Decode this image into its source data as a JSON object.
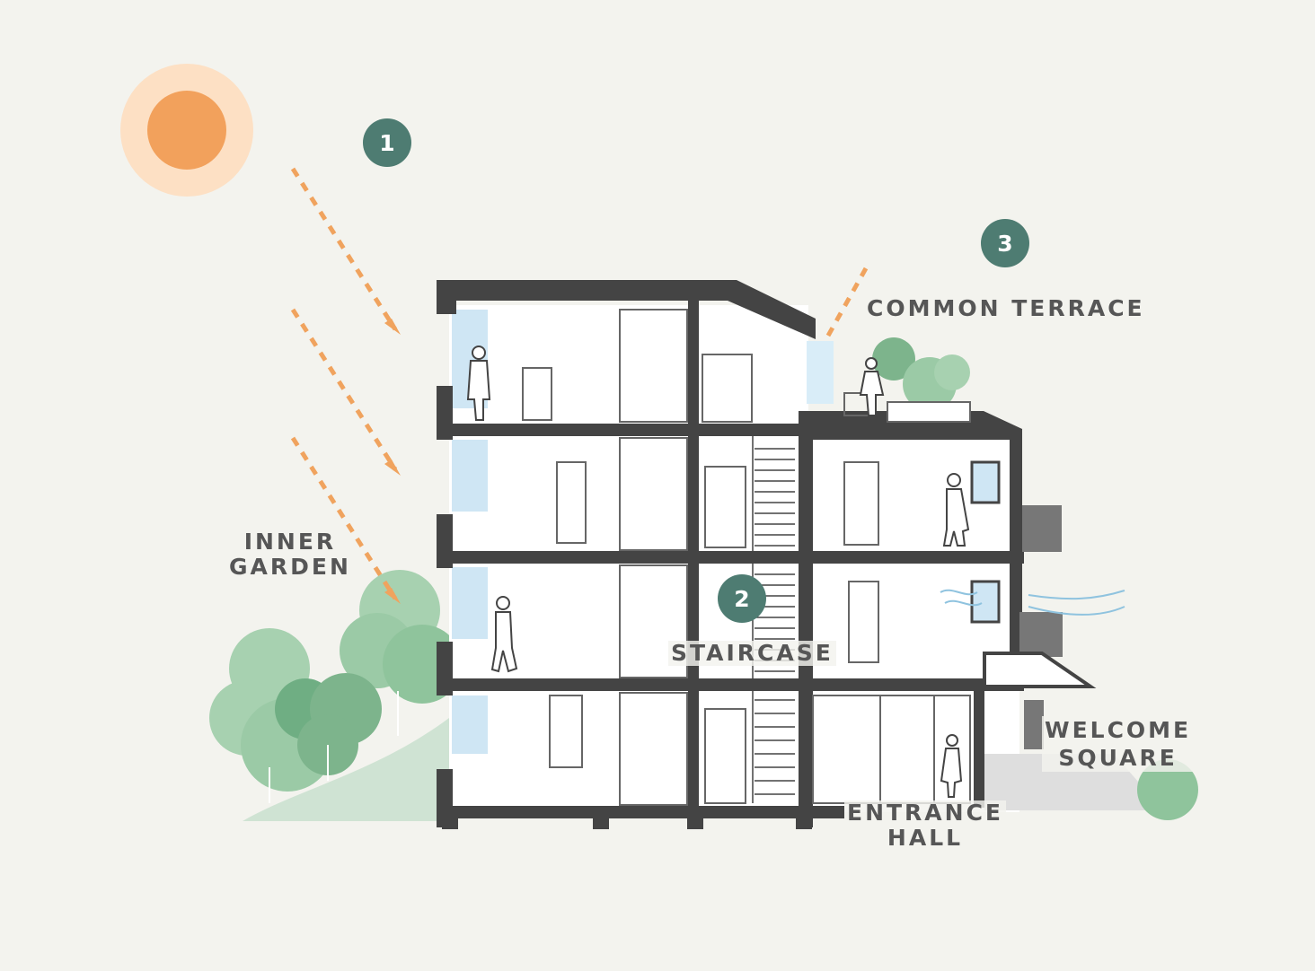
{
  "labels": {
    "inner_garden": "INNER\nGARDEN",
    "common_terrace": "COMMON TERRACE",
    "staircase": "STAIRCASE",
    "welcome_square": "WELCOME\nSQUARE",
    "entrance_hall": "ENTRANCE\nHALL"
  },
  "badges": {
    "sunlight": "1",
    "staircase": "2",
    "terrace": "3"
  },
  "colors": {
    "background": "#f3f3ee",
    "structure": "#444444",
    "badge": "#4e7c72",
    "sun_core": "#f2a15c",
    "sun_halo": "#fde0c4",
    "sun_ray": "#f0a35e",
    "foliage": "#8fc49c",
    "glazing": "#cfe6f4",
    "airflow": "#8fc3df",
    "label": "#565656"
  },
  "icons": [
    "sun-icon",
    "sun-ray-arrow-icon",
    "tree-icon",
    "person-icon",
    "airflow-icon"
  ]
}
